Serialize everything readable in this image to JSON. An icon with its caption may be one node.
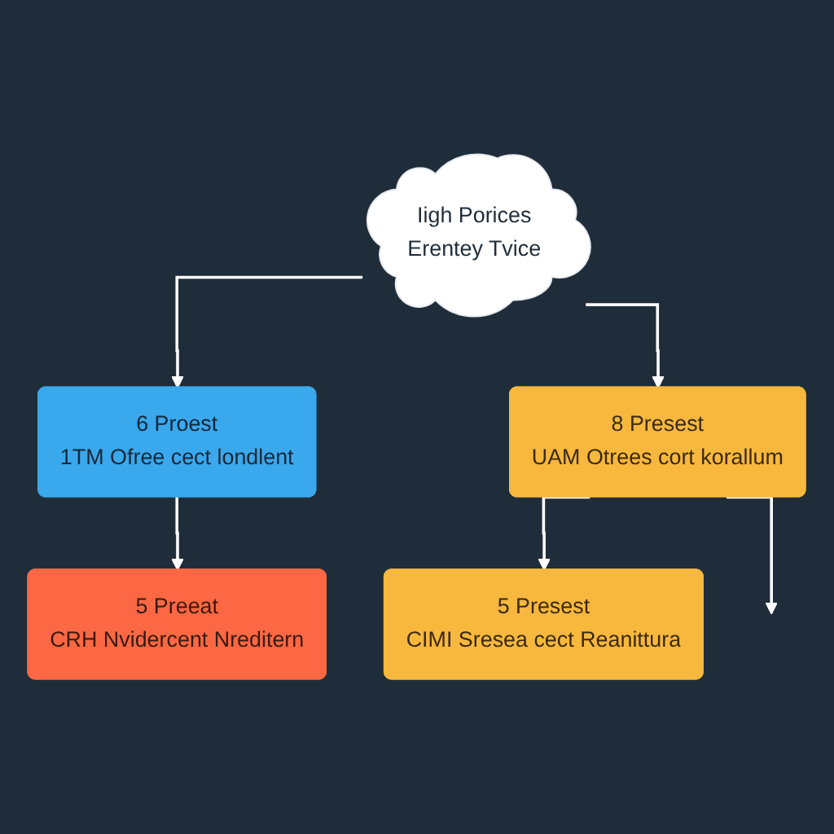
{
  "diagram": {
    "nodes": [
      {
        "text": [
          "Iigh Porices",
          "Erentey Tvice"
        ]
      },
      {
        "text": [
          "6 Proest",
          "1TM Ofree cect londlent"
        ]
      },
      {
        "text": [
          "8 Presest",
          "UAM Otrees cort korallum"
        ]
      },
      {
        "text": [
          "5 Preeat",
          "CRH Nvidercent Nreditern"
        ]
      },
      {
        "text": [
          "5 Presest",
          "CIMI Sresea cect Reanittura"
        ]
      }
    ],
    "edges": [
      {
        "from": 0,
        "to": 1,
        "arrow": "to"
      },
      {
        "from": 0,
        "to": 2,
        "arrow": "to"
      },
      {
        "from": 1,
        "to": 3,
        "arrow": "to"
      },
      {
        "from": 2,
        "to": 4,
        "arrow": "to"
      },
      {
        "from": 2,
        "to": null,
        "arrow": "to"
      }
    ]
  }
}
